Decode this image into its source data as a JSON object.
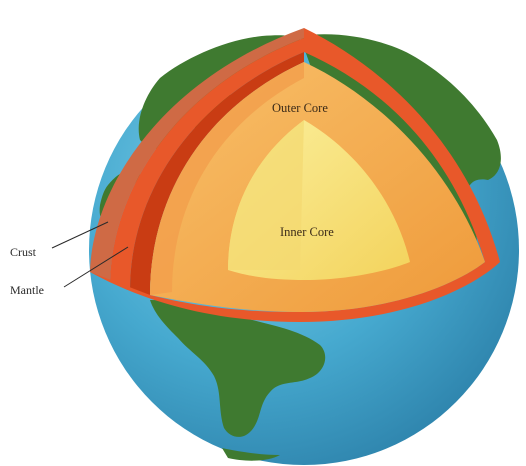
{
  "labels": {
    "crust": "Crust",
    "mantle": "Mantle",
    "outer_core": "Outer Core",
    "inner_core": "Inner Core"
  },
  "colors": {
    "ocean": "#46a9cf",
    "land": "#3f7a30",
    "crust": "#cf6a45",
    "upper_mantle": "#e8582a",
    "lower_mantle": "#c93c13",
    "outer_core": "#f4a84a",
    "inner_core": "#f7e27c",
    "label_text": "#2a2a2a"
  }
}
